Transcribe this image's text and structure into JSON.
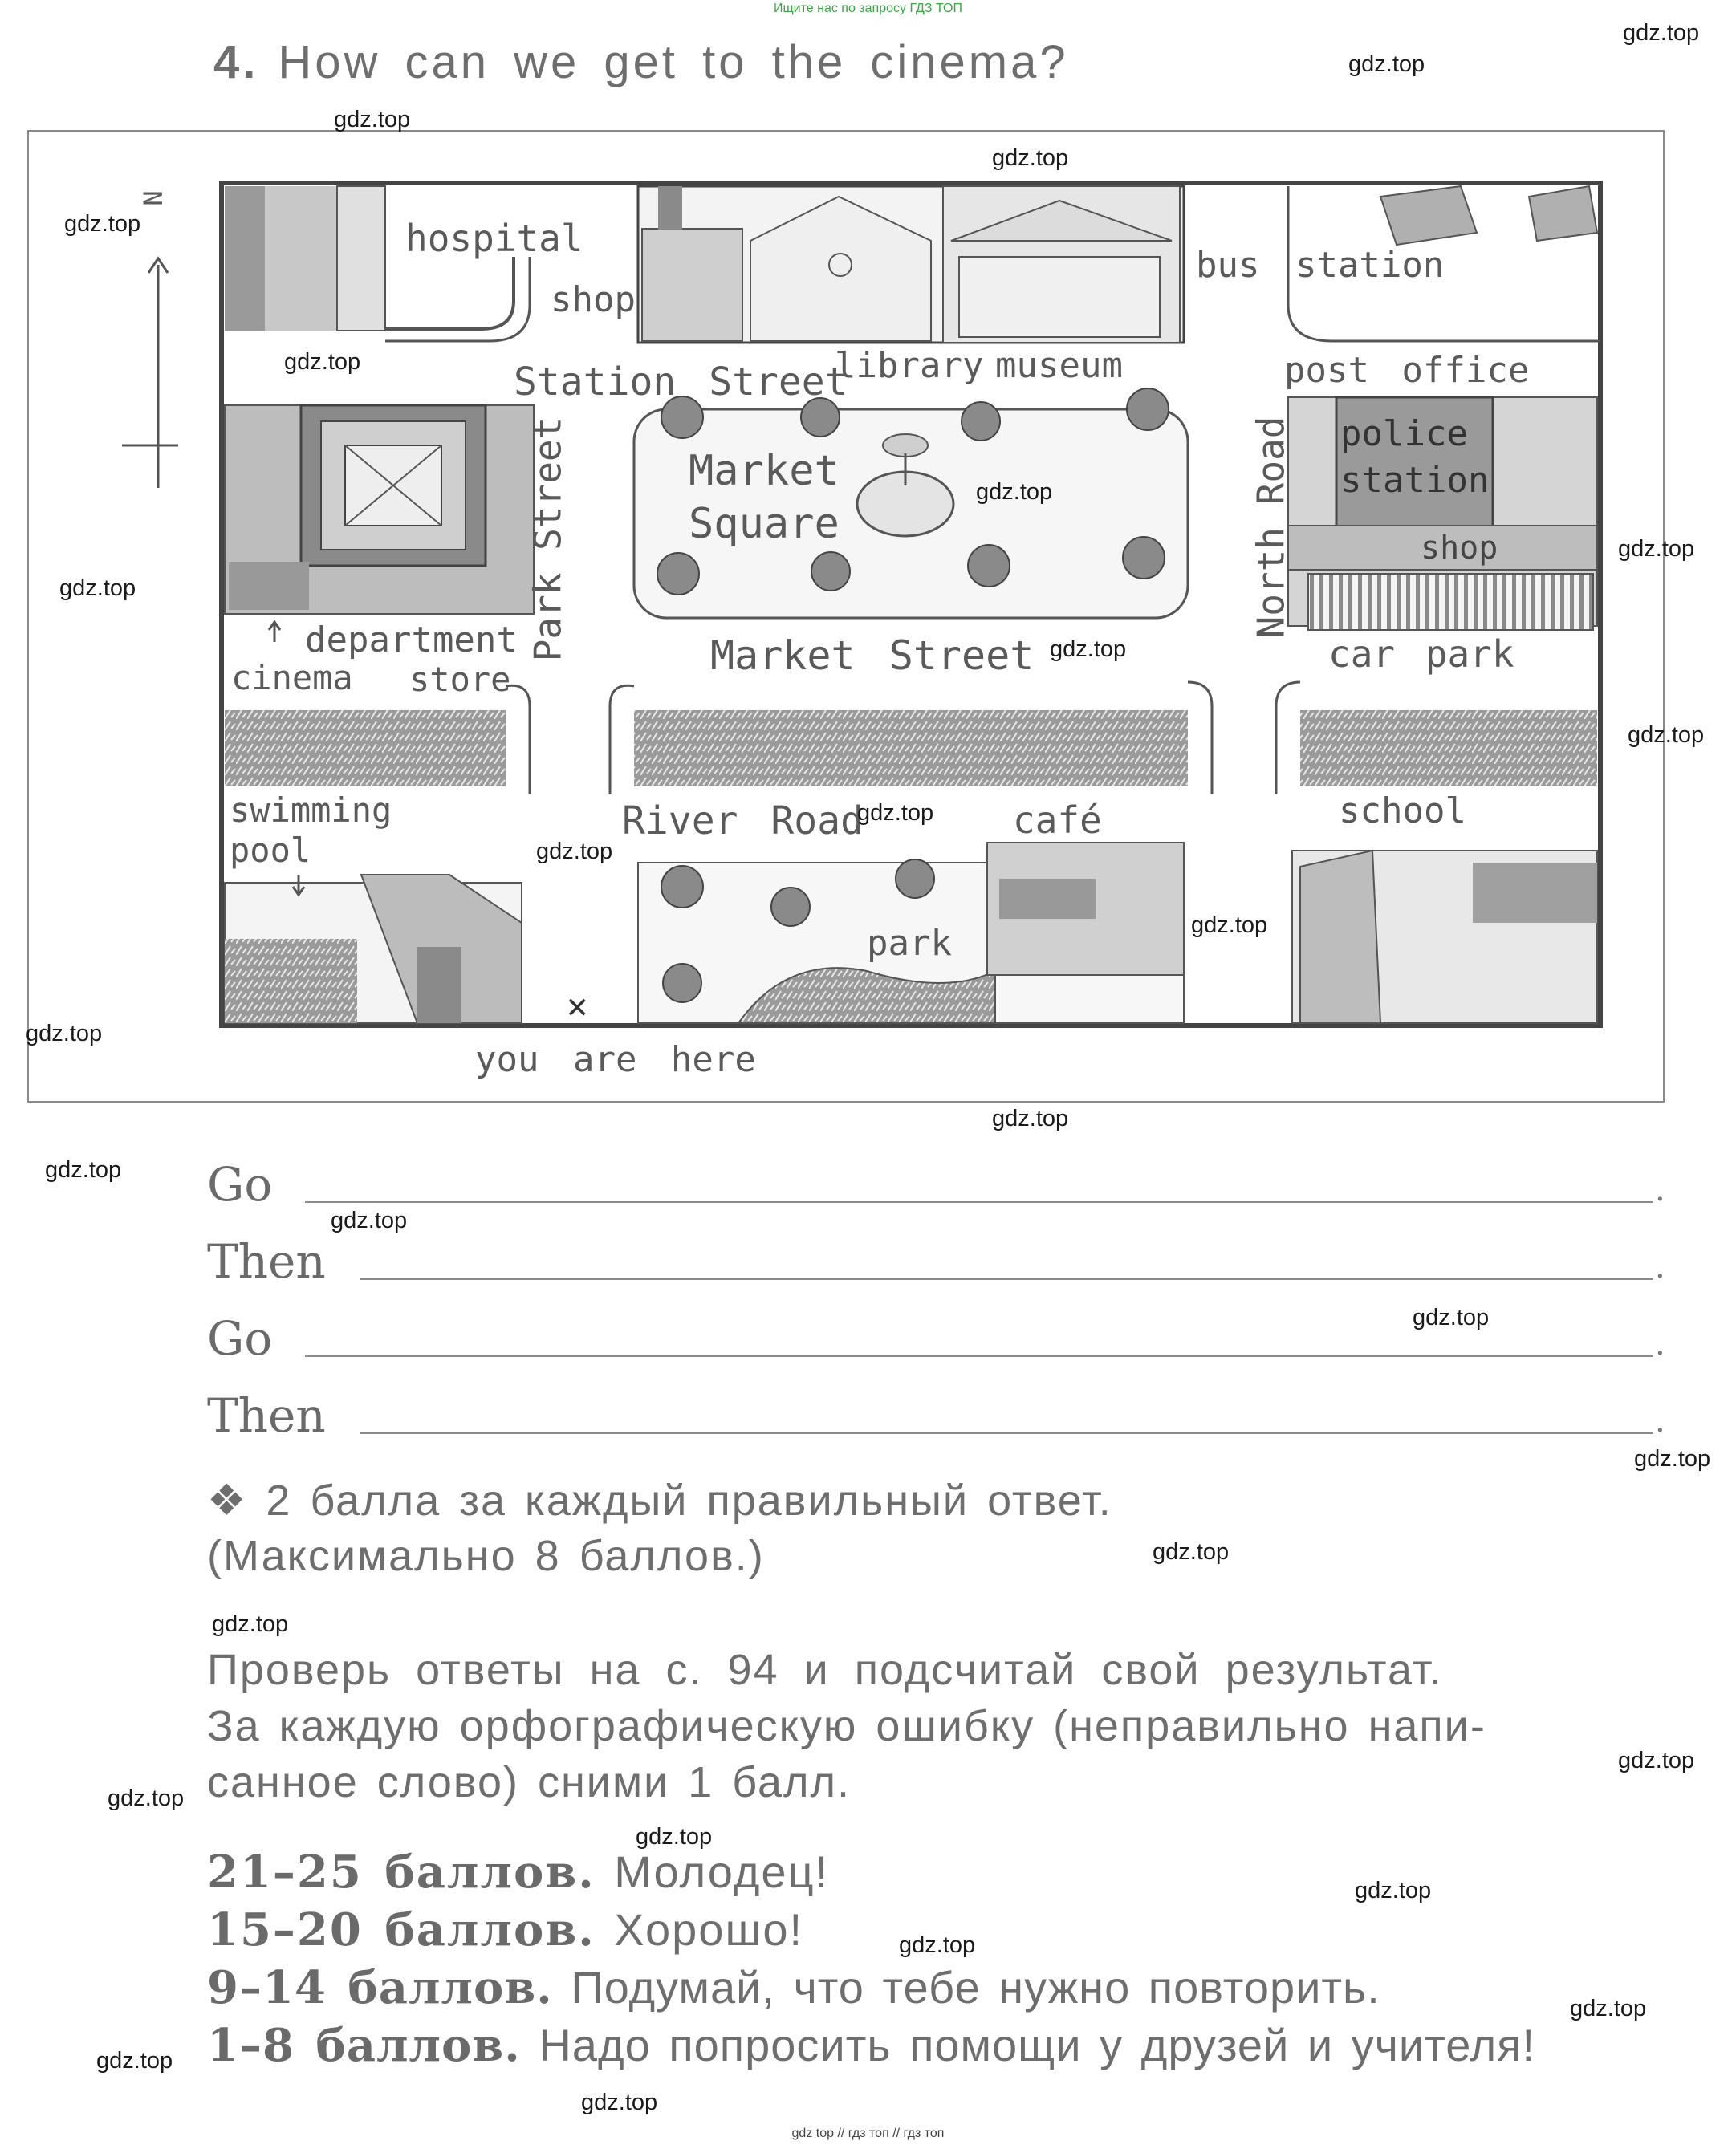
{
  "top_banner": "Ищите нас по запросу ГДЗ ТОП",
  "exercise": {
    "number": "4.",
    "question": "How can we get to the cinema?"
  },
  "map": {
    "compass": "N",
    "streets": {
      "station": "Station Street",
      "market": "Market Street",
      "park": "Park Street",
      "north": "North Road",
      "river": "River Road"
    },
    "places": {
      "hospital": "hospital",
      "shop_top": "shop",
      "library": "library",
      "museum": "museum",
      "bus_station": "bus station",
      "post_office": "post office",
      "market_square_1": "Market",
      "market_square_2": "Square",
      "police_1": "police",
      "police_2": "station",
      "shop_right": "shop",
      "department": "department",
      "cinema": "cinema",
      "store": "store",
      "car_park": "car park",
      "swimming": "swimming",
      "pool": "pool",
      "cafe": "café",
      "school": "school",
      "park": "park",
      "you_are_here": "you are here",
      "x_mark": "✕"
    }
  },
  "answers": [
    {
      "label": "Go"
    },
    {
      "label": "Then"
    },
    {
      "label": "Go"
    },
    {
      "label": "Then"
    }
  ],
  "scoring_note": {
    "line1": "❖ 2 балла за каждый правильный ответ.",
    "line2": "(Максимально 8 баллов.)"
  },
  "instructions": {
    "line1": "Проверь ответы на с. 94 и подсчитай свой результат.",
    "line2": "За каждую орфографическую ошибку (неправильно напи-",
    "line3": "санное слово) сними 1 балл."
  },
  "scores": [
    {
      "range": "21–25 баллов.",
      "text": "Молодец!"
    },
    {
      "range": "15–20 баллов.",
      "text": "Хорошо!"
    },
    {
      "range": "9–14 баллов.",
      "text": "Подумай, что тебе нужно повторить."
    },
    {
      "range": "1–8 баллов.",
      "text": "Надо попросить помощи у друзей и учителя!"
    }
  ],
  "watermark": "gdz.top",
  "footer": "gdz top // гдз топ // гдз топ",
  "colors": {
    "ink": "#6a6a6a",
    "map_fill": "#d9d9d9",
    "banner": "#39a845"
  }
}
